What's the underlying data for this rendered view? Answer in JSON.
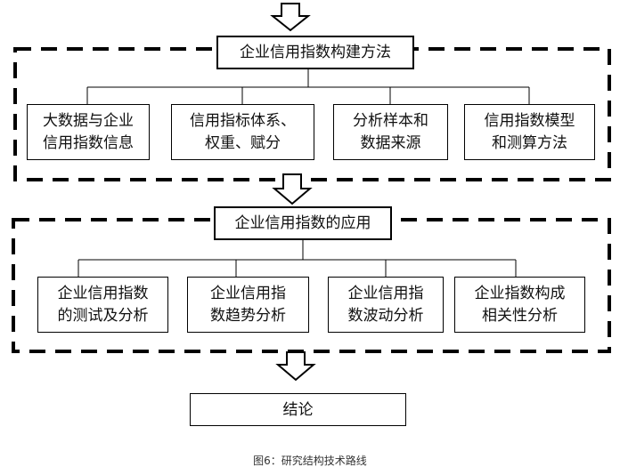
{
  "section1": {
    "title": "企业信用指数构建方法",
    "items": [
      "大数据与企业\n信用指数信息",
      "信用指标体系、\n权重、赋分",
      "分析样本和\n数据来源",
      "信用指数模型\n和测算方法"
    ]
  },
  "section2": {
    "title": "企业信用指数的应用",
    "items": [
      "企业信用指数\n的测试及分析",
      "企业信用指\n数趋势分析",
      "企业信用指\n数波动分析",
      "企业指数构成\n相关性分析"
    ]
  },
  "conclusion": "结论",
  "caption": "图6：研究结构技术路线"
}
